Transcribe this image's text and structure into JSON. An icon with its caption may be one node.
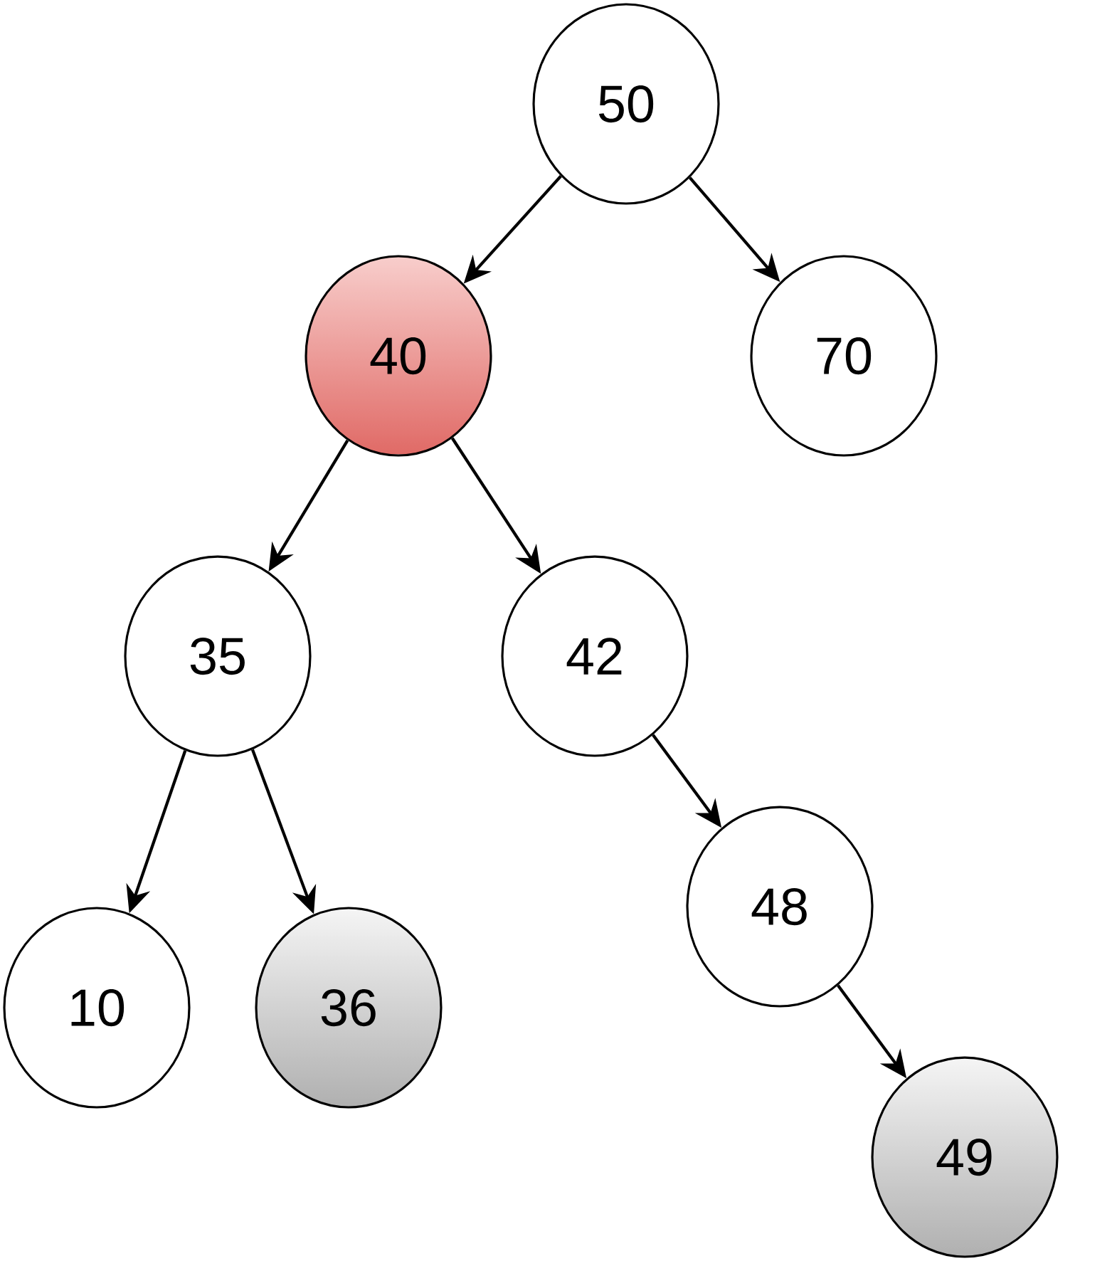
{
  "diagram": {
    "nodes": [
      {
        "text": [
          "50"
        ]
      },
      {
        "text": [
          "40"
        ]
      },
      {
        "text": [
          "70"
        ]
      },
      {
        "text": [
          "35"
        ]
      },
      {
        "text": [
          "42"
        ]
      },
      {
        "text": [
          "10"
        ]
      },
      {
        "text": [
          "36"
        ]
      },
      {
        "text": [
          "48"
        ]
      },
      {
        "text": [
          "49"
        ]
      }
    ],
    "edges": [
      {
        "from": 0,
        "to": 1,
        "arrow": "to"
      },
      {
        "from": 0,
        "to": 2,
        "arrow": "to"
      },
      {
        "from": 1,
        "to": 3,
        "arrow": "to"
      },
      {
        "from": 1,
        "to": 4,
        "arrow": "to"
      },
      {
        "from": 3,
        "to": 5,
        "arrow": "to"
      },
      {
        "from": 3,
        "to": 6,
        "arrow": "to"
      },
      {
        "from": 4,
        "to": 7,
        "arrow": "to"
      },
      {
        "from": 7,
        "to": 8,
        "arrow": "to"
      }
    ]
  }
}
